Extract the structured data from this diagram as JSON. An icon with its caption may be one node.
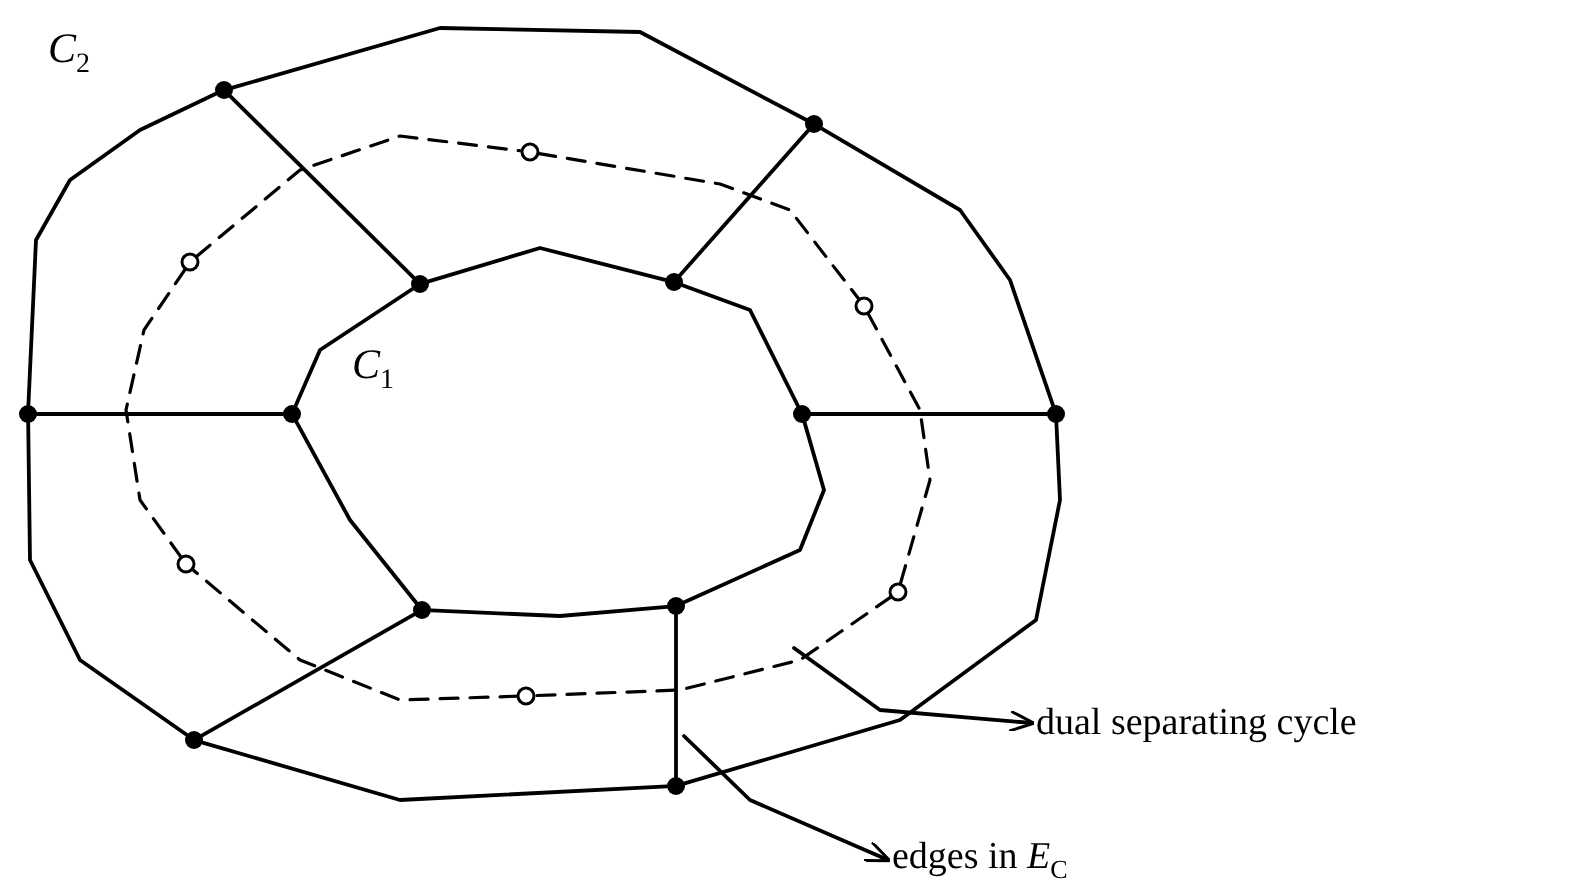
{
  "diagram": {
    "nodes": [
      {
        "text": [],
        "shape": "circle"
      },
      {
        "text": [],
        "shape": "circle"
      },
      {
        "text": [],
        "shape": "circle"
      },
      {
        "text": [],
        "shape": "circle"
      },
      {
        "text": [],
        "shape": "circle"
      },
      {
        "text": [],
        "shape": "circle"
      },
      {
        "text": [],
        "shape": "circle"
      },
      {
        "text": [],
        "shape": "circle"
      },
      {
        "text": [],
        "shape": "circle"
      },
      {
        "text": [],
        "shape": "circle"
      },
      {
        "text": [],
        "shape": "circle"
      },
      {
        "text": [],
        "shape": "circle"
      },
      {
        "text": [],
        "shape": "circle"
      },
      {
        "text": [],
        "shape": "circle"
      },
      {
        "text": [],
        "shape": "circle"
      },
      {
        "text": [],
        "shape": "circle"
      },
      {
        "text": [],
        "shape": "circle"
      },
      {
        "text": [],
        "shape": "circle"
      },
      {
        "text": [
          "dual separating cycle"
        ]
      },
      {
        "text": [
          "edges in *E*$_{C}$"
        ]
      }
    ],
    "edges": [
      {
        "from": 0,
        "to": 1,
        "arrow": "none"
      },
      {
        "from": 1,
        "to": 2,
        "arrow": "none"
      },
      {
        "from": 2,
        "to": 3,
        "arrow": "none"
      },
      {
        "from": 3,
        "to": 4,
        "arrow": "none"
      },
      {
        "from": 4,
        "to": 5,
        "arrow": "none"
      },
      {
        "from": 5,
        "to": 0,
        "arrow": "none"
      },
      {
        "from": 6,
        "to": 7,
        "arrow": "none"
      },
      {
        "from": 7,
        "to": 8,
        "arrow": "none"
      },
      {
        "from": 8,
        "to": 9,
        "arrow": "none"
      },
      {
        "from": 9,
        "to": 10,
        "arrow": "none"
      },
      {
        "from": 10,
        "to": 11,
        "arrow": "none"
      },
      {
        "from": 11,
        "to": 6,
        "arrow": "none"
      },
      {
        "from": 0,
        "to": 6,
        "arrow": "none"
      },
      {
        "from": 1,
        "to": 7,
        "arrow": "none"
      },
      {
        "from": 2,
        "to": 8,
        "arrow": "none"
      },
      {
        "from": 3,
        "to": 9,
        "arrow": "none"
      },
      {
        "from": 4,
        "to": 10,
        "arrow": "none"
      },
      {
        "from": 5,
        "to": 11,
        "arrow": "none"
      },
      {
        "from": 12,
        "to": 13,
        "arrow": "none",
        "style": "dashed"
      },
      {
        "from": 13,
        "to": 14,
        "arrow": "none",
        "style": "dashed"
      },
      {
        "from": 14,
        "to": 15,
        "arrow": "none",
        "style": "dashed"
      },
      {
        "from": 15,
        "to": 16,
        "arrow": "none",
        "style": "dashed"
      },
      {
        "from": 16,
        "to": 17,
        "arrow": "none",
        "style": "dashed"
      },
      {
        "from": 17,
        "to": 12,
        "arrow": "none",
        "style": "dashed"
      },
      {
        "from": null,
        "to": 18,
        "arrow": "to"
      },
      {
        "from": null,
        "to": 19,
        "arrow": "to"
      }
    ],
    "labels": [
      "*C*$_{2}$",
      "*C*$_{1}$"
    ]
  }
}
